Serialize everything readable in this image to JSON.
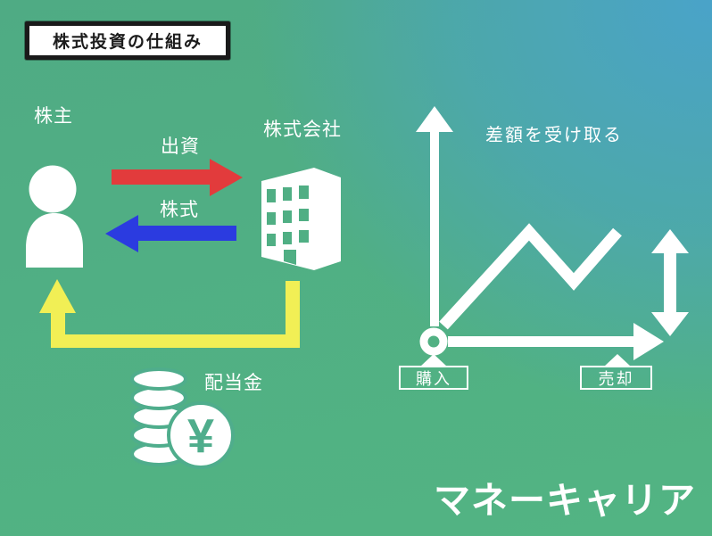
{
  "title": {
    "text": "株式投資の仕組み"
  },
  "left_diagram": {
    "shareholder_label": "株主",
    "company_label": "株式会社",
    "invest_label": "出資",
    "stock_label": "株式",
    "dividend_label": "配当金",
    "yen_symbol": "¥"
  },
  "chart": {
    "caption": "差額を受け取る",
    "buy_label": "購入",
    "sell_label": "売却"
  },
  "chart_data": {
    "type": "line",
    "title": "差額を受け取る",
    "annotations": [
      "購入",
      "売却"
    ],
    "x_relative": [
      0.03,
      0.41,
      0.61,
      0.8
    ],
    "y_relative": [
      0.12,
      0.95,
      0.52,
      0.95
    ],
    "legend": "none",
    "axes": "unlabeled white arrows from origin"
  },
  "logo": {
    "text": "マネーキャリア"
  },
  "colors": {
    "invest_arrow": "#E23B3C",
    "stock_arrow": "#2B3BE0",
    "dividend_arrow": "#F1EF55",
    "icon_white": "#FFFFFF",
    "icon_green": "#4FAD8C",
    "bg_green": "#4FAB84",
    "bg_blue": "#4AA3C9",
    "title_border": "#1A1A1A",
    "title_text": "#1C1C1C"
  }
}
